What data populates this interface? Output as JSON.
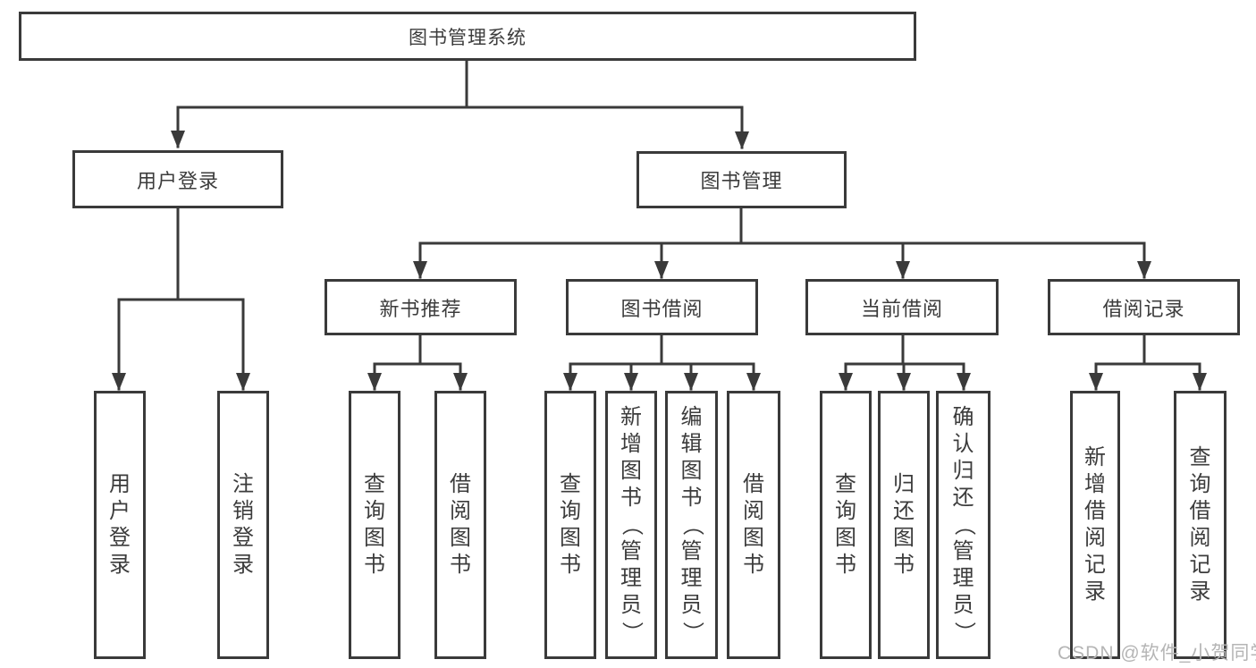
{
  "nodes": {
    "root": {
      "label": "图书管理系统"
    },
    "user_login": {
      "label": "用户登录"
    },
    "book_mgmt": {
      "label": "图书管理"
    },
    "new_book_rec": {
      "label": "新书推荐"
    },
    "book_borrow": {
      "label": "图书借阅"
    },
    "current_borrow": {
      "label": "当前借阅"
    },
    "borrow_records": {
      "label": "借阅记录"
    },
    "leaf_user_login": {
      "label": "用户登录"
    },
    "leaf_logout": {
      "label": "注销登录"
    },
    "leaf_query_book_rec": {
      "label": "查询图书"
    },
    "leaf_borrow_book_rec": {
      "label": "借阅图书"
    },
    "leaf_query_book_borrow": {
      "label": "查询图书"
    },
    "leaf_add_book": {
      "label": "新增图书（管理员）"
    },
    "leaf_edit_book": {
      "label": "编辑图书（管理员）"
    },
    "leaf_borrow_book": {
      "label": "借阅图书"
    },
    "leaf_query_book_current": {
      "label": "查询图书"
    },
    "leaf_return_book": {
      "label": "归还图书"
    },
    "leaf_confirm_return": {
      "label": "确认归还（管理员）"
    },
    "leaf_add_borrow_record": {
      "label": "新增借阅记录"
    },
    "leaf_query_borrow_record": {
      "label": "查询借阅记录"
    }
  },
  "edges": [
    [
      "root",
      "user_login"
    ],
    [
      "root",
      "book_mgmt"
    ],
    [
      "user_login",
      "leaf_user_login"
    ],
    [
      "user_login",
      "leaf_logout"
    ],
    [
      "book_mgmt",
      "new_book_rec"
    ],
    [
      "book_mgmt",
      "book_borrow"
    ],
    [
      "book_mgmt",
      "current_borrow"
    ],
    [
      "book_mgmt",
      "borrow_records"
    ],
    [
      "new_book_rec",
      "leaf_query_book_rec"
    ],
    [
      "new_book_rec",
      "leaf_borrow_book_rec"
    ],
    [
      "book_borrow",
      "leaf_query_book_borrow"
    ],
    [
      "book_borrow",
      "leaf_add_book"
    ],
    [
      "book_borrow",
      "leaf_edit_book"
    ],
    [
      "book_borrow",
      "leaf_borrow_book"
    ],
    [
      "current_borrow",
      "leaf_query_book_current"
    ],
    [
      "current_borrow",
      "leaf_return_book"
    ],
    [
      "current_borrow",
      "leaf_confirm_return"
    ],
    [
      "borrow_records",
      "leaf_add_borrow_record"
    ],
    [
      "borrow_records",
      "leaf_query_borrow_record"
    ]
  ],
  "watermark": {
    "text": "CSDN @软件_小贺同学"
  },
  "colors": {
    "line": "#3a3a3a",
    "text": "#3c3c3c",
    "watermark": "#b5b5b5",
    "background": "#ffffff"
  }
}
